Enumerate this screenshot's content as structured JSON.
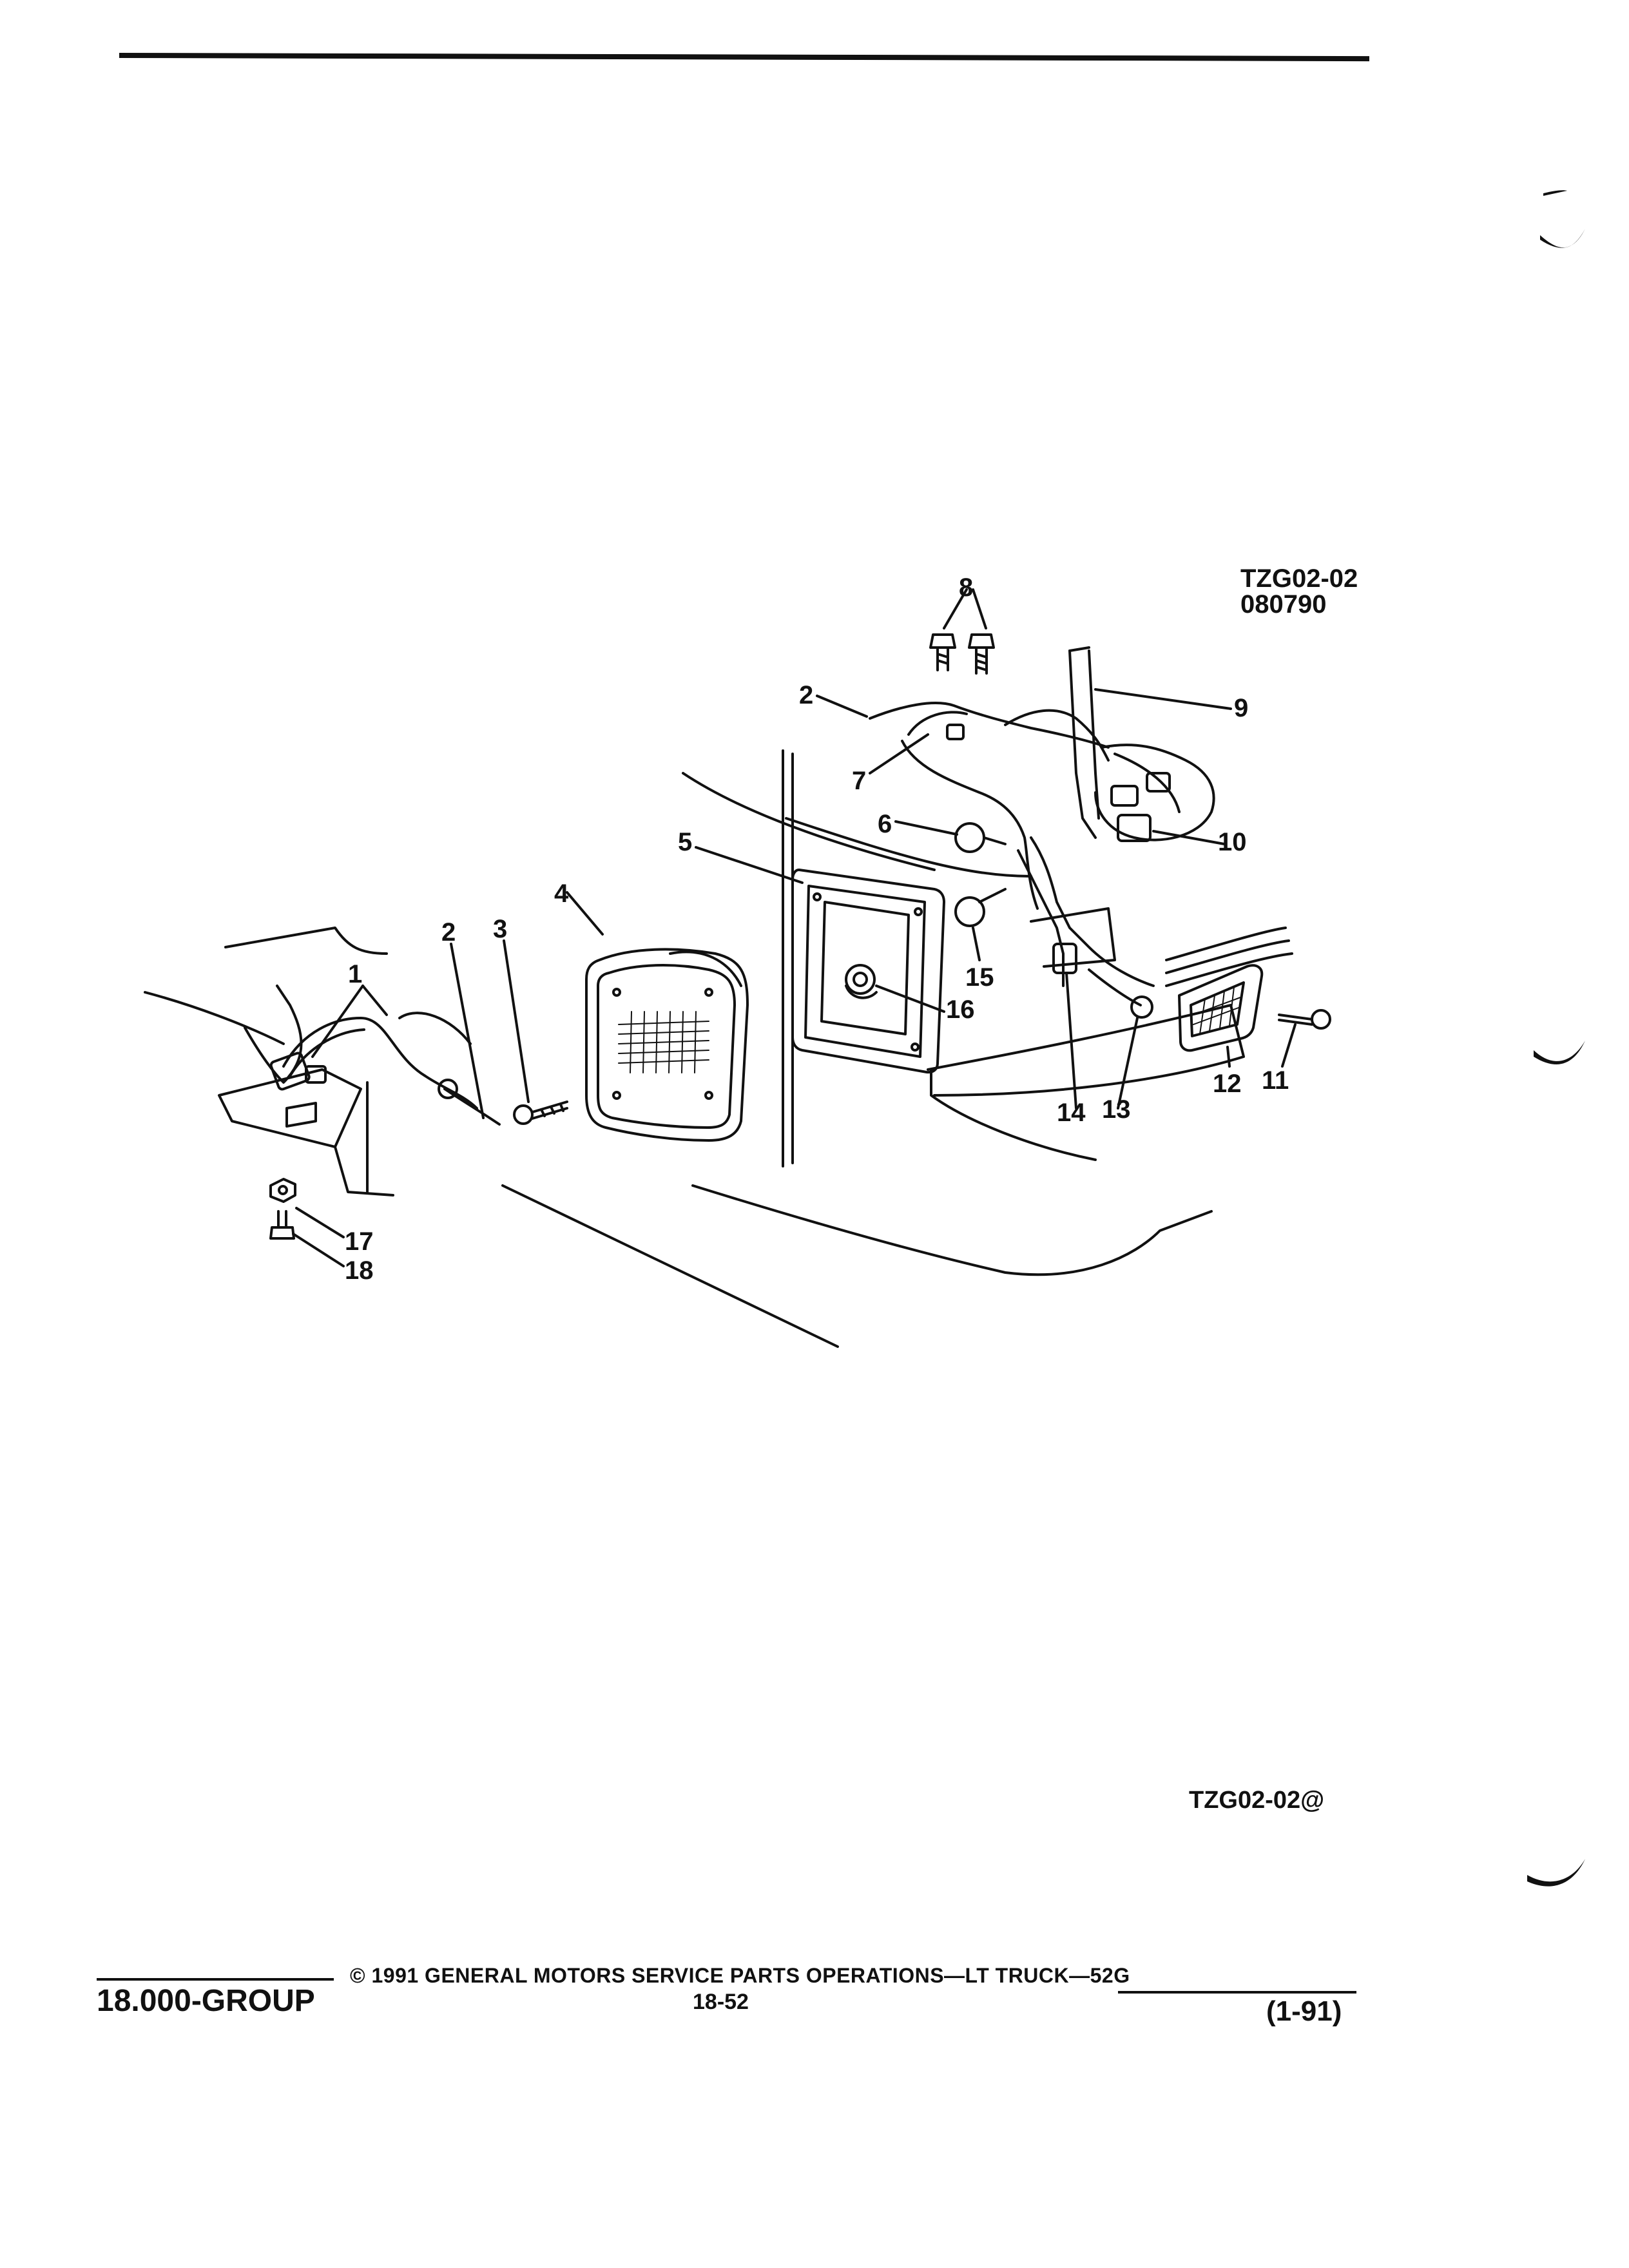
{
  "figure": {
    "code": "TZG02-02",
    "date": "080790",
    "figure_id": "TZG02-02@",
    "callouts": [
      "1",
      "2",
      "2",
      "3",
      "4",
      "5",
      "6",
      "7",
      "8",
      "9",
      "10",
      "11",
      "12",
      "13",
      "14",
      "15",
      "16",
      "17",
      "18"
    ]
  },
  "footer": {
    "group": "18.000-GROUP",
    "copyright": "© 1991 GENERAL MOTORS SERVICE PARTS OPERATIONS—LT TRUCK—52G",
    "page_number": "18-52",
    "revision": "(1-91)"
  }
}
